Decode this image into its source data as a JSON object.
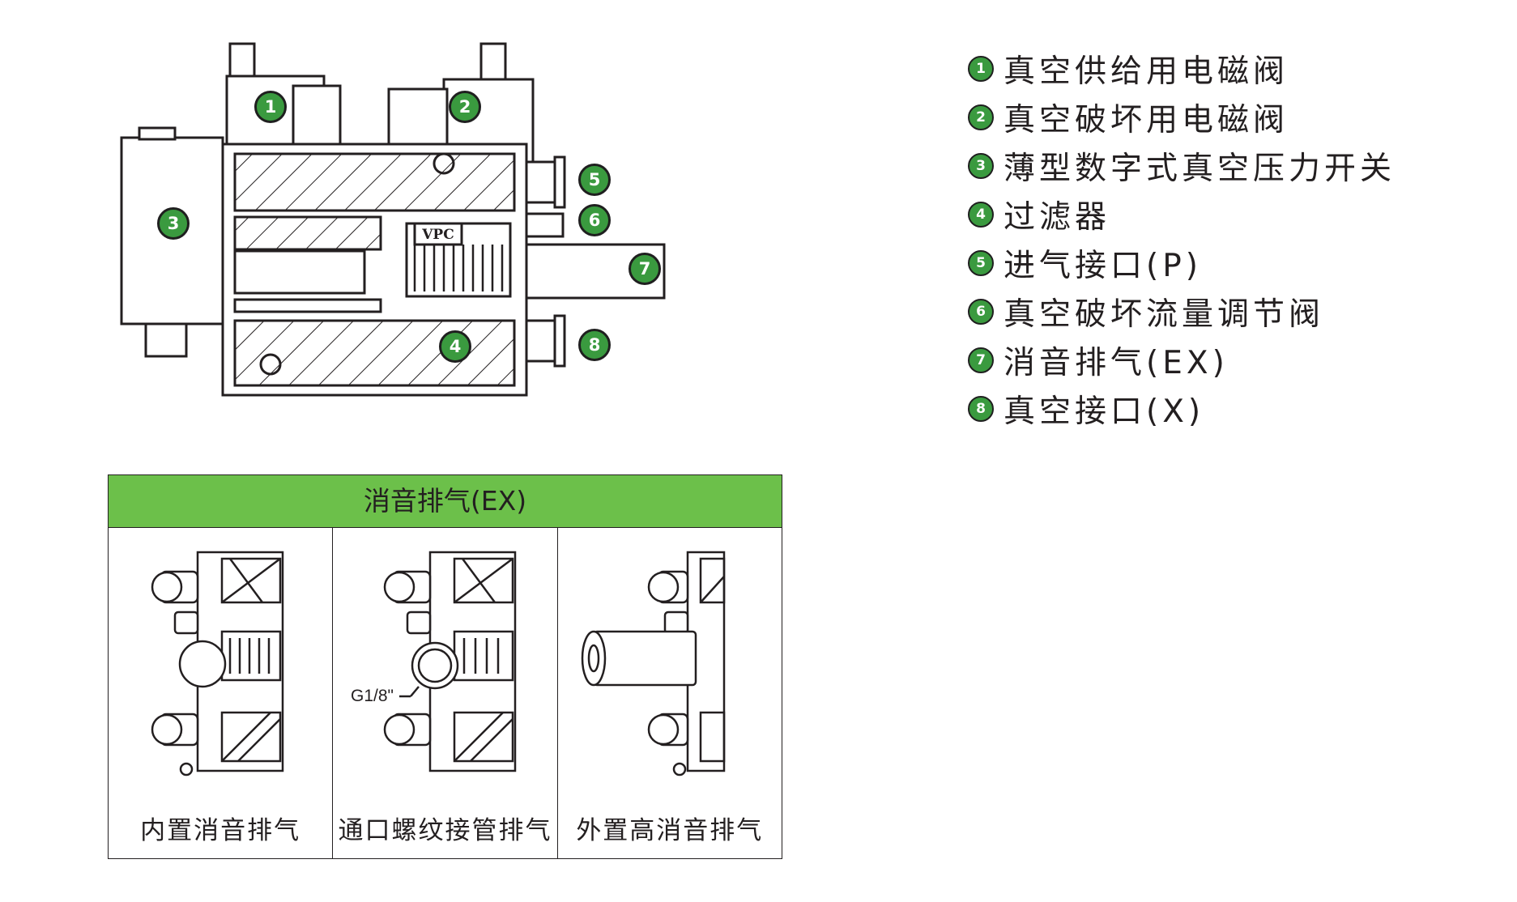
{
  "legend": [
    {
      "number": "1",
      "label": "真空供给用电磁阀"
    },
    {
      "number": "2",
      "label": "真空破坏用电磁阀"
    },
    {
      "number": "3",
      "label": "薄型数字式真空压力开关"
    },
    {
      "number": "4",
      "label": "过滤器"
    },
    {
      "number": "5",
      "label": "进气接口(P)"
    },
    {
      "number": "6",
      "label": "真空破坏流量调节阀"
    },
    {
      "number": "7",
      "label": "消音排气(EX)"
    },
    {
      "number": "8",
      "label": "真空接口(X)"
    }
  ],
  "diagram": {
    "brand_text": "VPC",
    "callouts": [
      "1",
      "2",
      "3",
      "4",
      "5",
      "6",
      "7",
      "8"
    ]
  },
  "exhaust_table": {
    "header": "消音排气(EX)",
    "options": [
      {
        "caption": "内置消音排气"
      },
      {
        "caption": "通口螺纹接管排气",
        "port_label": "G1/8\""
      },
      {
        "caption": "外置高消音排气"
      }
    ]
  },
  "colors": {
    "accent_green": "#3a9a3f",
    "header_green": "#6cc04a",
    "line": "#231f20"
  }
}
